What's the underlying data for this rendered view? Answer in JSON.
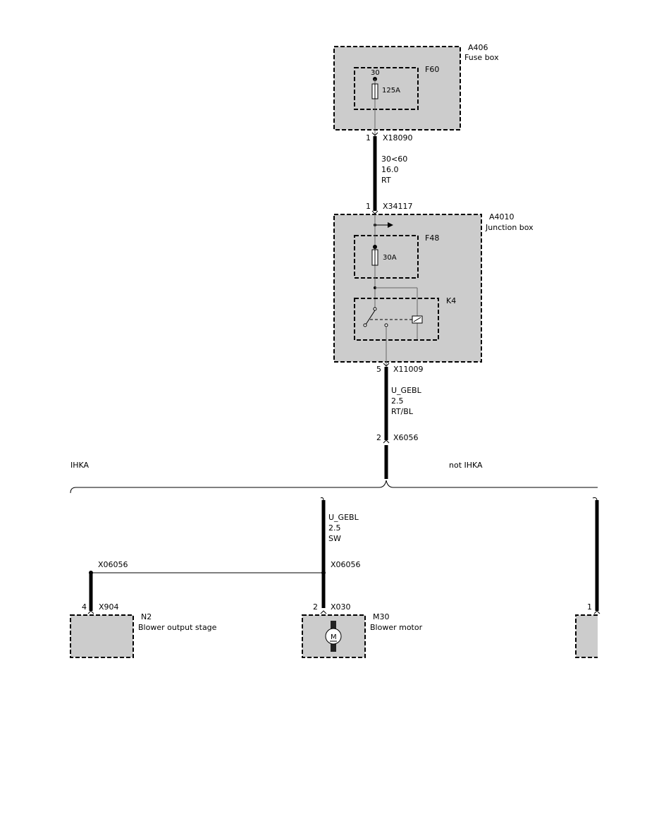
{
  "fuse_box": {
    "id": "A406",
    "name": "Fuse box",
    "fuse_id": "F60",
    "terminal": "30",
    "rating": "125A"
  },
  "connector_top": {
    "pin": "1",
    "id": "X18090"
  },
  "wire_1": {
    "signal": "30<60",
    "cross_section": "16.0",
    "color": "RT"
  },
  "connector_junction_in": {
    "pin": "1",
    "id": "X34117"
  },
  "junction_box": {
    "id": "A4010",
    "name": "Junction box",
    "fuse_id": "F48",
    "rating": "30A",
    "relay_id": "K4"
  },
  "connector_junction_out": {
    "pin": "5",
    "id": "X11009"
  },
  "wire_2": {
    "signal": "U_GEBL",
    "cross_section": "2.5",
    "color": "RT/BL"
  },
  "connector_split": {
    "pin": "2",
    "id": "X6056"
  },
  "variants": {
    "left": "IHKA",
    "right": "not IHKA"
  },
  "wire_3": {
    "signal": "U_GEBL",
    "cross_section": "2.5",
    "color": "SW"
  },
  "splice_left": {
    "id": "X06056"
  },
  "splice_mid": {
    "id": "X06056"
  },
  "blower_stage": {
    "pin": "4",
    "connector": "X904",
    "id": "N2",
    "name": "Blower output stage"
  },
  "blower_motor": {
    "pin": "2",
    "connector": "X030",
    "id": "M30",
    "name": "Blower motor",
    "symbol": "M"
  },
  "right_component": {
    "pin": "1"
  }
}
